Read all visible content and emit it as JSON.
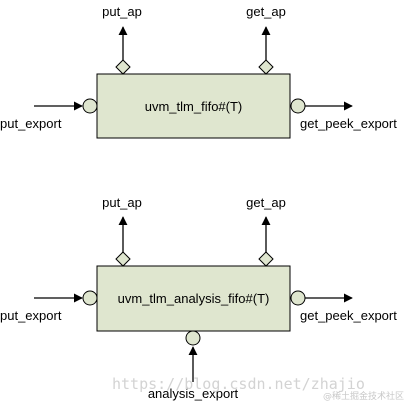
{
  "colors": {
    "box_fill": "#dfe6cf",
    "port_fill": "#dfe6cf",
    "stroke": "#000000",
    "watermark": "#d3d3d3"
  },
  "diagram1": {
    "title": "uvm_tlm_fifo#(T)",
    "put_ap": "put_ap",
    "get_ap": "get_ap",
    "put_export": "put_export",
    "get_peek_export": "get_peek_export"
  },
  "diagram2": {
    "title": "uvm_tlm_analysis_fifo#(T)",
    "put_ap": "put_ap",
    "get_ap": "get_ap",
    "put_export": "put_export",
    "get_peek_export": "get_peek_export",
    "analysis_export": "analysis_export"
  },
  "watermark": {
    "url": "https://blog.csdn.net/zhajio",
    "community": "@稀土掘金技术社区"
  }
}
